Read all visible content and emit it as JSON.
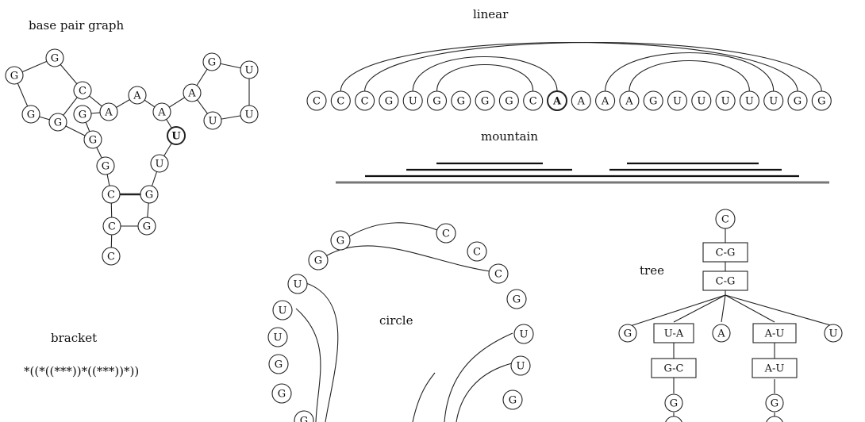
{
  "labels": {
    "base_pair_graph": "base pair graph",
    "linear": "linear",
    "mountain": "mountain",
    "circle": "circle",
    "tree": "tree",
    "bracket": "bracket",
    "bracket_string": "*((*((***))*((***))*))"
  },
  "base_pair_graph": {
    "nodes": [
      "G",
      "G",
      "G",
      "C",
      "G",
      "G",
      "A",
      "A",
      "A",
      "A",
      "G",
      "U",
      "U",
      "U",
      "U",
      "G",
      "U",
      "G",
      "C",
      "G",
      "C",
      "G",
      "C"
    ],
    "bold_nodes": [
      14
    ]
  },
  "linear": {
    "sequence": [
      "C",
      "C",
      "C",
      "G",
      "U",
      "G",
      "G",
      "G",
      "G",
      "C",
      "A",
      "A",
      "A",
      "A",
      "G",
      "U",
      "U",
      "U",
      "U",
      "U",
      "G",
      "G"
    ],
    "bold_index": 10
  },
  "circle": {
    "nodes": [
      "G",
      "C",
      "G",
      "C",
      "U",
      "C",
      "U",
      "G",
      "U",
      "U",
      "G",
      "U",
      "G",
      "G",
      "G"
    ]
  },
  "tree": {
    "root": "C",
    "chain": [
      "C-G",
      "C-G"
    ],
    "children": [
      "G",
      "U-A",
      "A",
      "A-U",
      "U"
    ],
    "left_sub": [
      "G-C",
      "G"
    ],
    "right_sub": [
      "A-U",
      "G"
    ]
  }
}
